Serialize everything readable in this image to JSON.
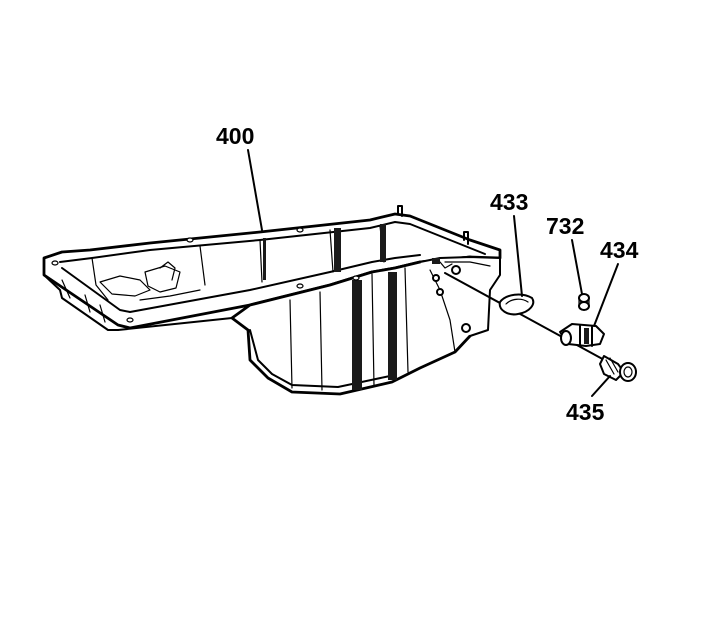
{
  "labels": {
    "pan": "400",
    "gasket": "433",
    "washer": "732",
    "adapter": "434",
    "bolt": "435"
  },
  "colors": {
    "line": "#000000",
    "background": "#ffffff"
  }
}
